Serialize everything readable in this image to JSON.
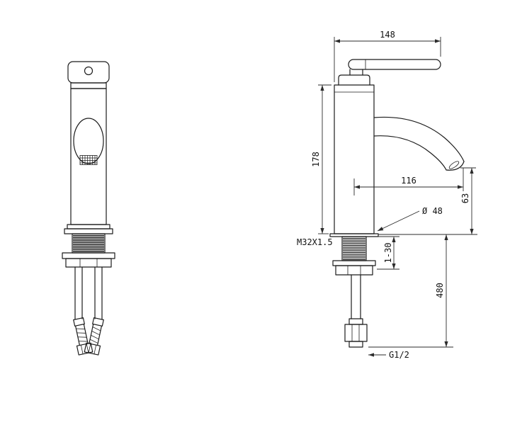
{
  "colors": {
    "line": "#1c1c1c",
    "dim": "#2b2b2b",
    "text": "#111111",
    "background": "#ffffff"
  },
  "dimensions": {
    "lever_width": "148",
    "body_height": "178",
    "spout_reach": "116",
    "spout_height": "63",
    "base_diameter": "Ø 48",
    "thread_spec": "M32X1.5",
    "clamp_range": "1-30",
    "hose_length": "480",
    "hose_thread": "G1/2"
  }
}
